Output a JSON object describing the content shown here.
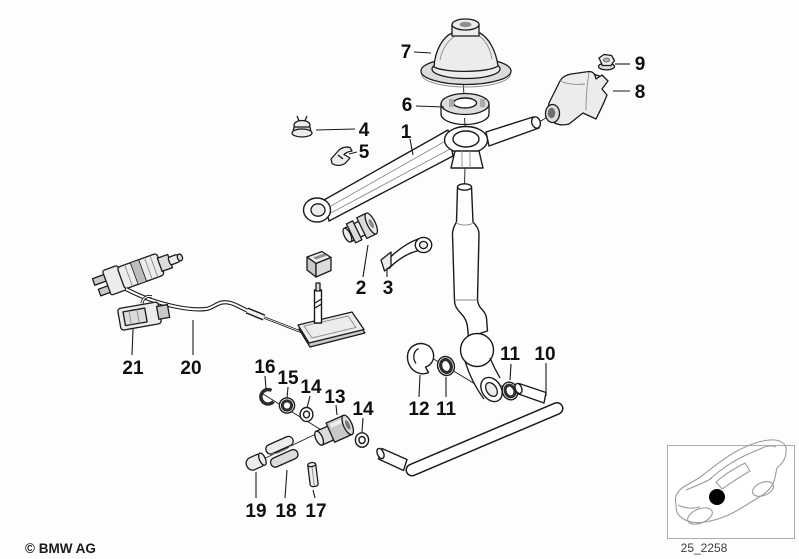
{
  "background": "#fdfdfd",
  "line_color": "#1a1a1a",
  "shade_color": "#ececec",
  "footer": {
    "copyright": "© BMW AG"
  },
  "thumbnail": {
    "drawing_number": "25_2258",
    "icon": "car-icon",
    "dot_color": "#000000"
  },
  "labels": [
    {
      "text": "7"
    },
    {
      "text": "6"
    },
    {
      "text": "1"
    },
    {
      "text": "4"
    },
    {
      "text": "5"
    },
    {
      "text": "9"
    },
    {
      "text": "8"
    },
    {
      "text": "2"
    },
    {
      "text": "3"
    },
    {
      "text": "21"
    },
    {
      "text": "20"
    },
    {
      "text": "16"
    },
    {
      "text": "15"
    },
    {
      "text": "14"
    },
    {
      "text": "13"
    },
    {
      "text": "14"
    },
    {
      "text": "12"
    },
    {
      "text": "11"
    },
    {
      "text": "11"
    },
    {
      "text": "10"
    },
    {
      "text": "19"
    },
    {
      "text": "18"
    },
    {
      "text": "17"
    }
  ]
}
